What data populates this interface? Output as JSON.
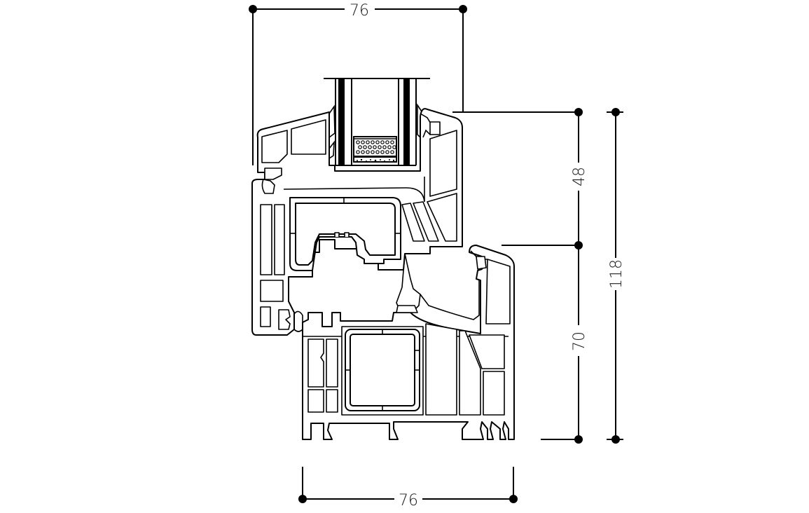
{
  "drawing": {
    "title": "Window profile cross-section",
    "line_color": "#000000",
    "background": "#ffffff"
  },
  "dimensions": {
    "top_width": "76",
    "bottom_width": "76",
    "sash_height": "48",
    "frame_height": "70",
    "total_height": "118"
  },
  "parts": {
    "glazing_unit": "glazing-unit",
    "sash_profile": "sash-profile",
    "frame_profile": "frame-profile",
    "sash_steel_reinforcement": "sash-reinforcement",
    "frame_steel_reinforcement": "frame-reinforcement",
    "desiccant_spacer": "spacer-desiccant"
  }
}
